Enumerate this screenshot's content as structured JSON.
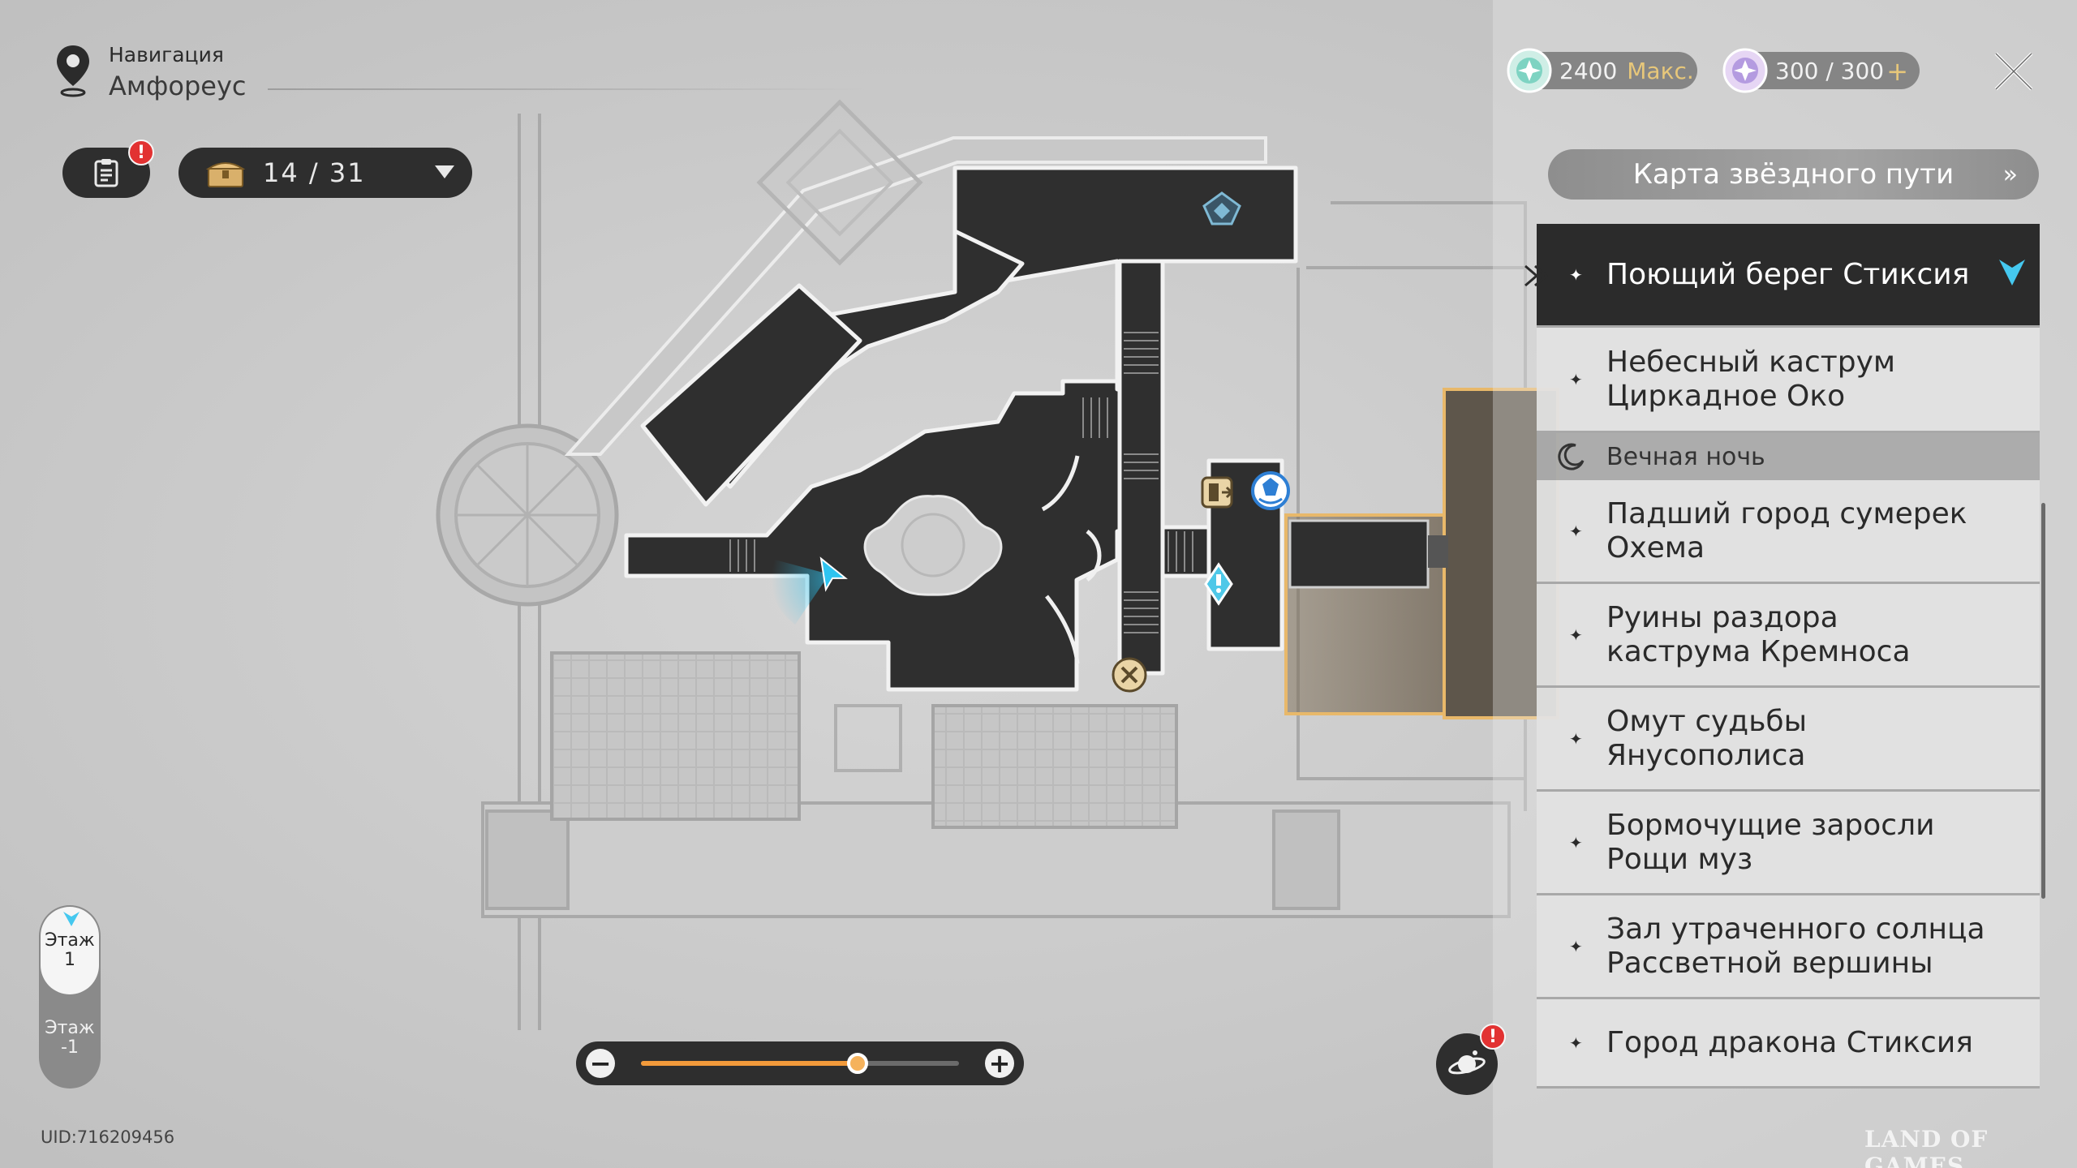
{
  "navigation": {
    "label": "Навигация",
    "region": "Амфореус",
    "pin_icon": "location-pin-icon"
  },
  "tasks": {
    "icon": "clipboard-icon",
    "badge": "!"
  },
  "chest_counter": {
    "icon": "chest-icon",
    "text": "14 / 31"
  },
  "currencies": {
    "reserve_power": {
      "value": "2400",
      "suffix": "Макс.",
      "icon": "reserve-power-icon"
    },
    "trailblaze_power": {
      "value": "300 / 300",
      "plus": "+",
      "icon": "trailblaze-power-icon"
    }
  },
  "star_rail_map_button": {
    "label": "Карта звёздного пути",
    "chevron": "»"
  },
  "locations": {
    "items": [
      {
        "label": "Поющий берег Стиксия",
        "active": true
      },
      {
        "label": "Небесный каструм\nЦиркадное Око",
        "active": false
      }
    ],
    "section": {
      "label": "Вечная ночь",
      "icon": "moon-icon"
    },
    "section_items": [
      {
        "label": "Падший город сумерек\nОхема"
      },
      {
        "label": "Руины раздора\nкаструма Кремноса"
      },
      {
        "label": "Омут судьбы\nЯнусополиса"
      },
      {
        "label": "Бормочущие заросли\nРощи муз"
      },
      {
        "label": "Зал утраченного солнца\nРассветной вершины"
      },
      {
        "label": "Город дракона Стиксия"
      }
    ]
  },
  "zoom": {
    "minus": "−",
    "plus": "+",
    "level": 0.68
  },
  "floors": {
    "active": {
      "line1": "Этаж",
      "line2": "1"
    },
    "inactive": {
      "line1": "Этаж",
      "line2": "-1"
    }
  },
  "planet_button": {
    "icon": "planet-icon",
    "badge": "!"
  },
  "uid": "UID:716209456",
  "watermark": "LAND OF GAMES",
  "colors": {
    "accent_orange": "#f29a3b",
    "player_cyan": "#2ec4f0",
    "dark_panel": "#2b2b2b",
    "badge_red": "#e23232",
    "map_floor": "#2f2f2f",
    "highlight_gold": "#e8b86a"
  },
  "map_markers": [
    {
      "icon": "teleport-anchor-icon"
    },
    {
      "icon": "exit-door-icon"
    },
    {
      "icon": "space-anchor-icon"
    },
    {
      "icon": "mission-marker-icon"
    },
    {
      "icon": "synthesizer-icon"
    },
    {
      "icon": "player-arrow-icon"
    }
  ]
}
